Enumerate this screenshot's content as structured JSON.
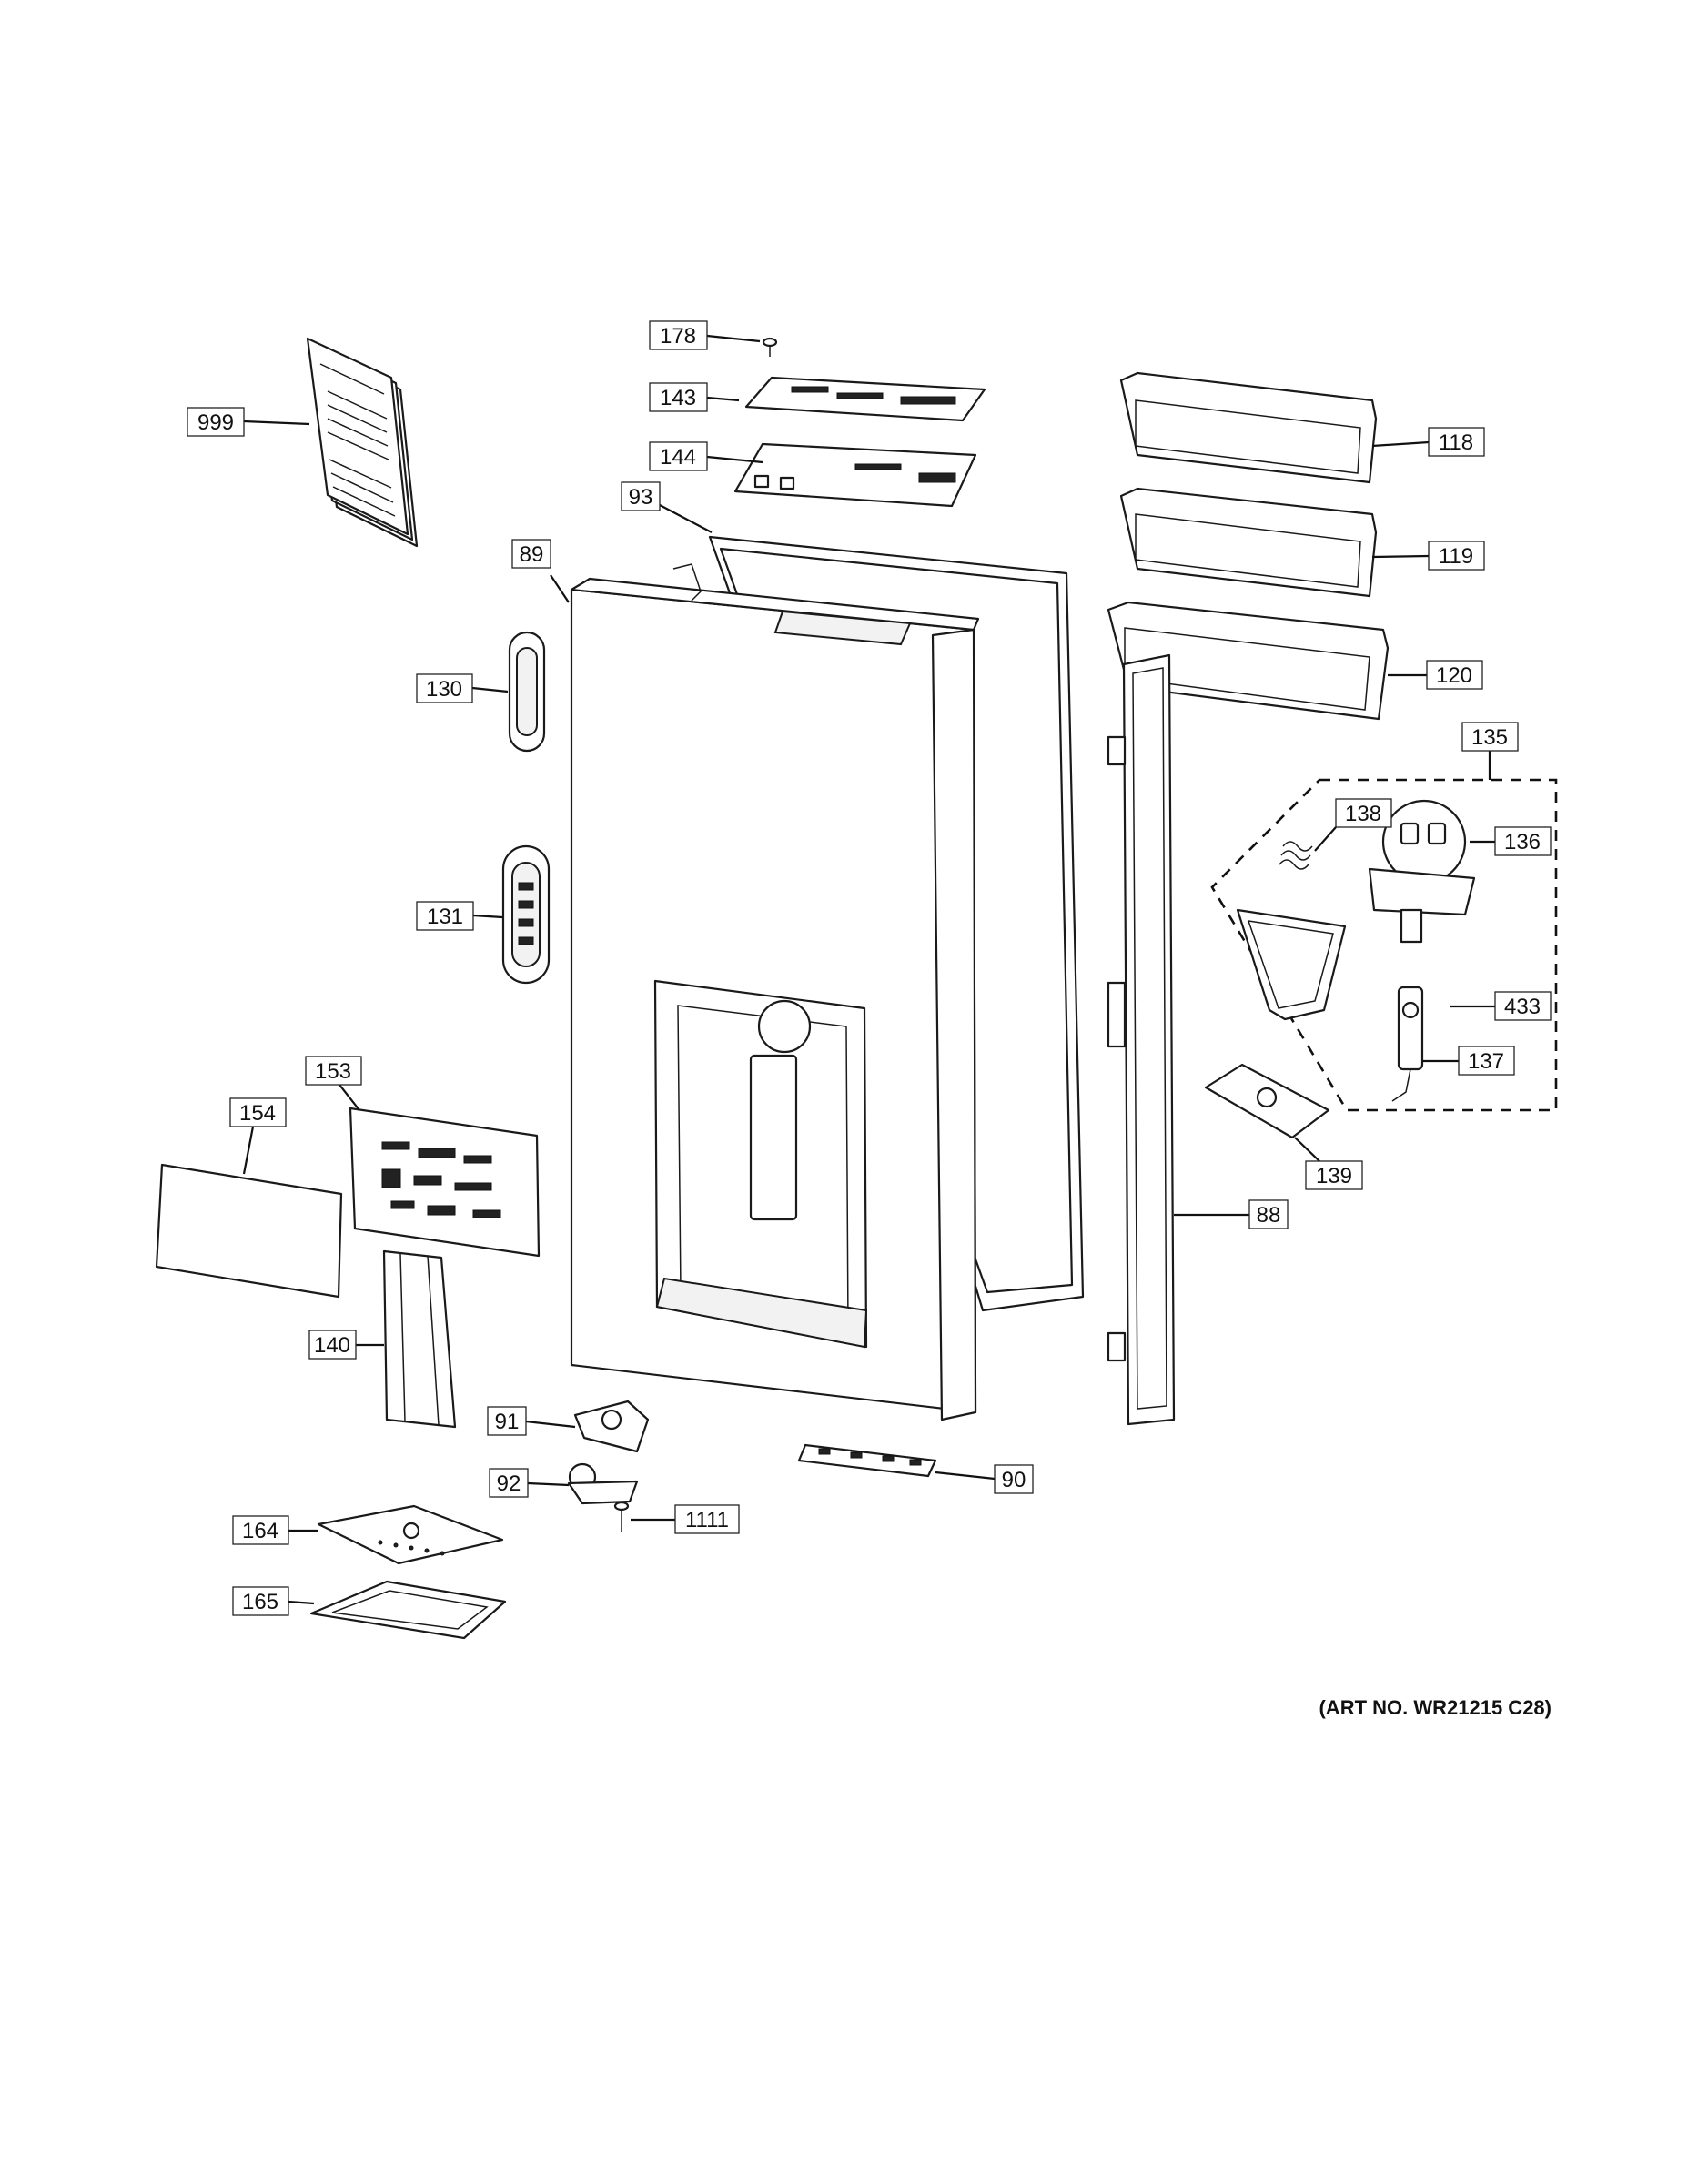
{
  "art_number": "(ART NO. WR21215 C28)",
  "callouts": {
    "p999": "999",
    "p178": "178",
    "p143": "143",
    "p144": "144",
    "p93": "93",
    "p89": "89",
    "p130": "130",
    "p131": "131",
    "p118": "118",
    "p119": "119",
    "p120": "120",
    "p135": "135",
    "p138": "138",
    "p136": "136",
    "p433": "433",
    "p137": "137",
    "p139": "139",
    "p88": "88",
    "p153": "153",
    "p154": "154",
    "p140": "140",
    "p91": "91",
    "p90": "90",
    "p92": "92",
    "p1111": "1111",
    "p164": "164",
    "p165": "165"
  }
}
